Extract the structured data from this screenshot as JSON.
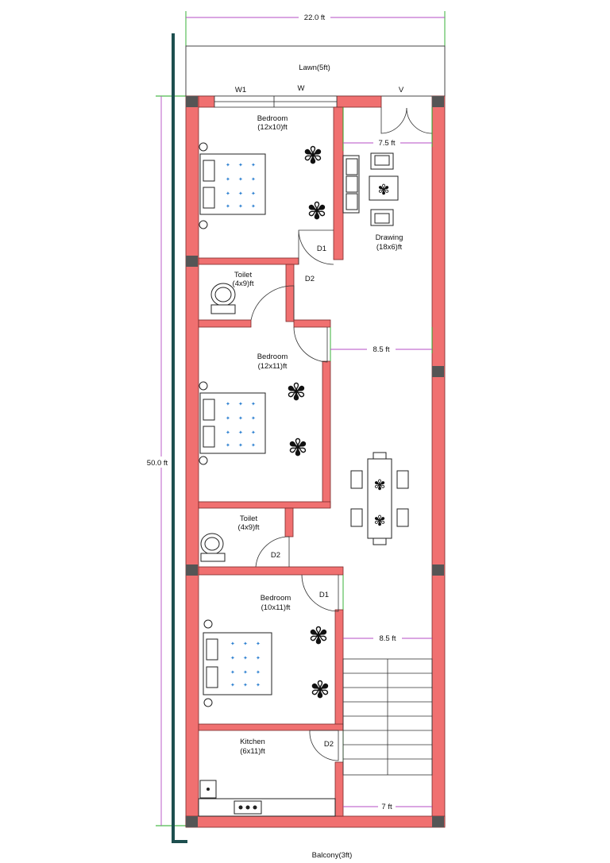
{
  "dimensions": {
    "width": "22.0 ft",
    "length": "50.0 ft",
    "drawing_width": "7.5 ft",
    "dining_width": "8.5 ft",
    "bedroom3_corridor": "8.5 ft",
    "stair_width": "7 ft"
  },
  "rooms": {
    "lawn": "Lawn(5ft)",
    "balcony": "Balcony(3ft)",
    "bedroom1": {
      "name": "Bedroom",
      "size": "(12x10)ft"
    },
    "drawing": {
      "name": "Drawing",
      "size": "(18x6)ft"
    },
    "toilet1": {
      "name": "Toilet",
      "size": "(4x9)ft"
    },
    "bedroom2": {
      "name": "Bedroom",
      "size": "(12x11)ft"
    },
    "toilet2": {
      "name": "Toilet",
      "size": "(4x9)ft"
    },
    "bedroom3": {
      "name": "Bedroom",
      "size": "(10x11)ft"
    },
    "kitchen": {
      "name": "Kitchen",
      "size": "(6x11)ft"
    }
  },
  "openings": {
    "w1": "W1",
    "w": "W",
    "v": "V",
    "d1_top": "D1",
    "d2_top": "D2",
    "d2_mid": "D2",
    "d1_bottom": "D1",
    "d2_kitchen": "D2"
  },
  "colors": {
    "wall": "#f07070",
    "column": "#555555",
    "dimension": "#b44cc4",
    "extension": "#22aa22"
  }
}
